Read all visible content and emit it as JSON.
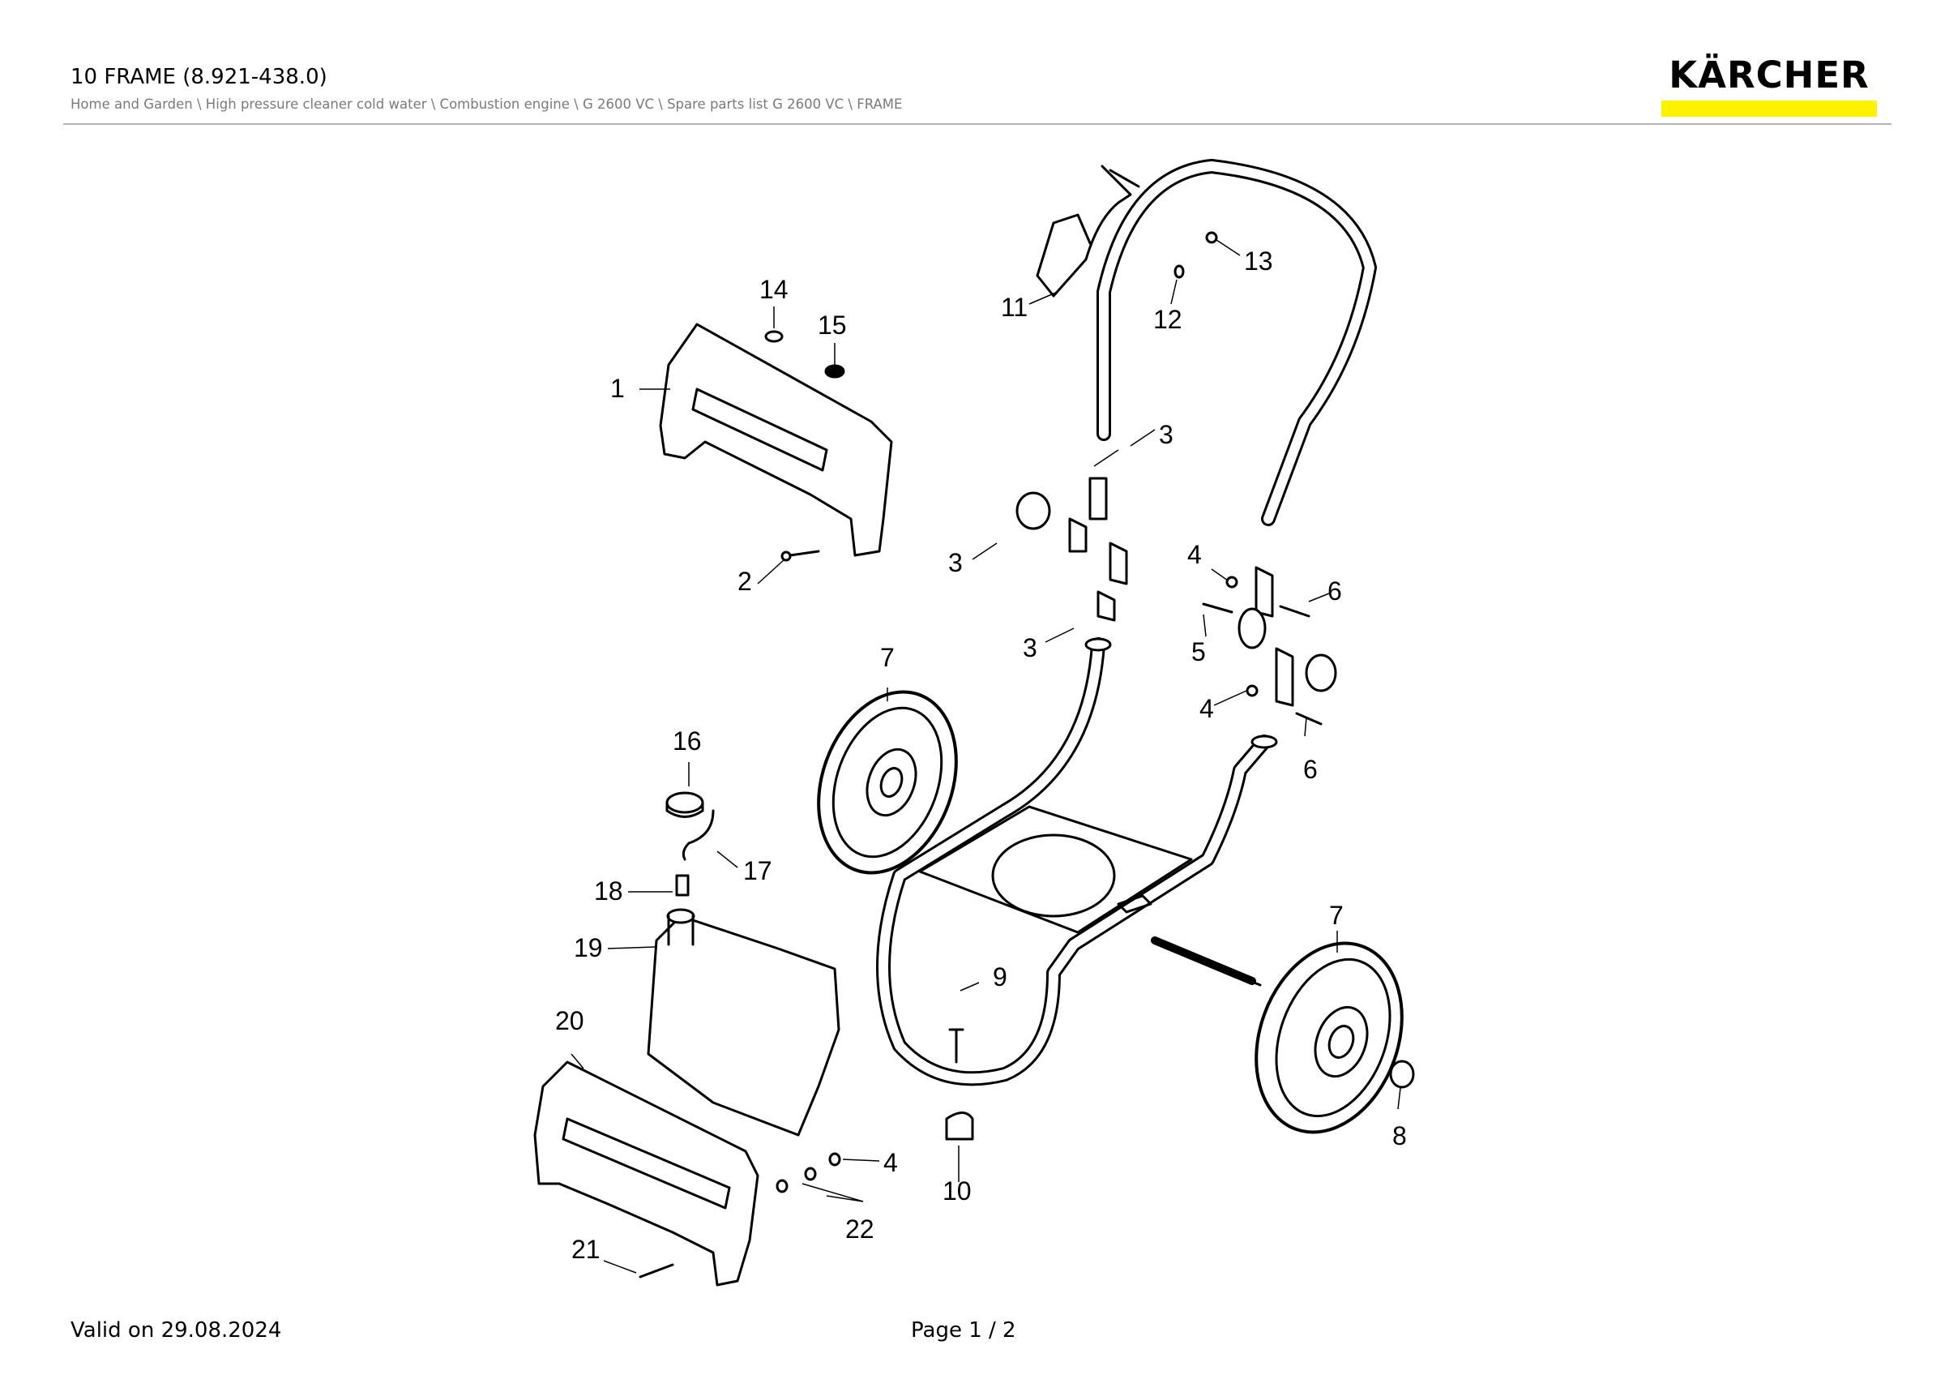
{
  "header": {
    "title": "10 FRAME (8.921-438.0)",
    "breadcrumb": "Home and Garden \\ High pressure cleaner cold water \\ Combustion engine \\ G 2600 VC \\ Spare parts list G 2600 VC \\ FRAME"
  },
  "brand": {
    "logo_text": "KÄRCHER",
    "logo_accent_color": "#fff200"
  },
  "diagram": {
    "part_labels": [
      "1",
      "2",
      "3",
      "3",
      "3",
      "4",
      "4",
      "4",
      "5",
      "6",
      "6",
      "7",
      "7",
      "8",
      "9",
      "10",
      "11",
      "12",
      "13",
      "14",
      "15",
      "16",
      "17",
      "18",
      "19",
      "20",
      "21",
      "22"
    ]
  },
  "footer": {
    "valid_text": "Valid on 29.08.2024",
    "page_text": "Page 1 / 2"
  }
}
